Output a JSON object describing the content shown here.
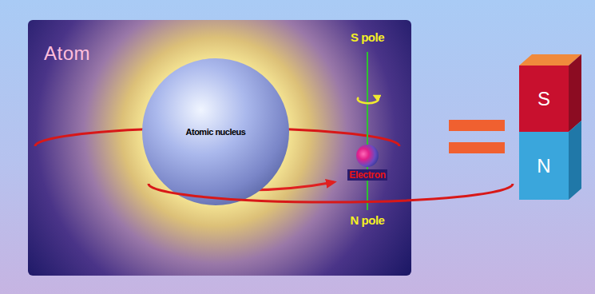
{
  "diagram": {
    "nodes": [
      {
        "text": [
          "Atom"
        ]
      },
      {
        "text": [
          "Atomic nucleus"
        ],
        "in": 0
      },
      {
        "text": [
          "Electron"
        ],
        "in": 0
      },
      {
        "text": [
          "S"
        ]
      },
      {
        "text": [
          "N"
        ]
      }
    ],
    "labels": [
      "S pole",
      "N pole"
    ]
  }
}
